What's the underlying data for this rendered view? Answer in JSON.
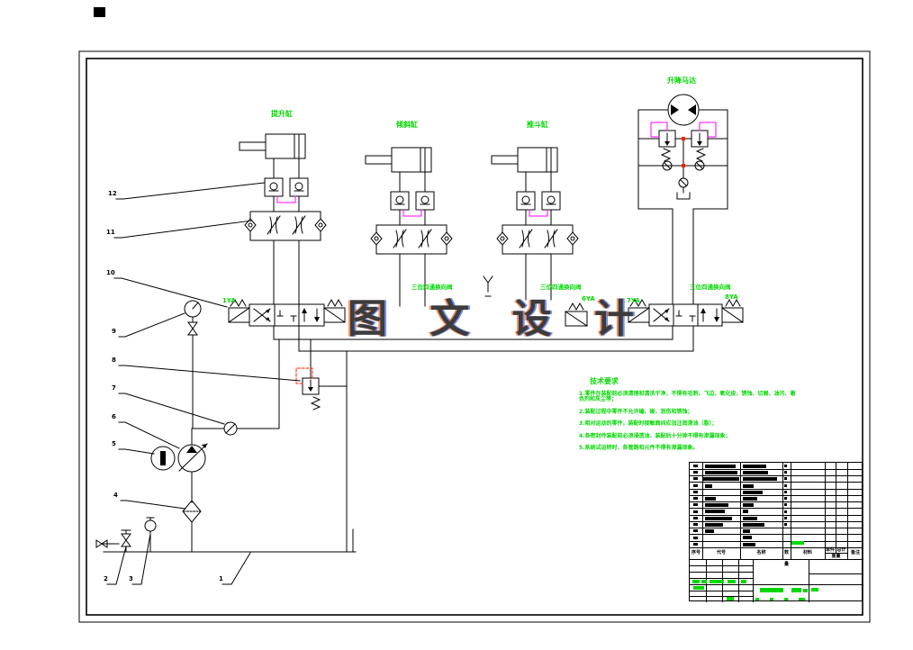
{
  "watermark": "图 文 设 计",
  "labels": {
    "cylinder1": "提升缸",
    "cylinder2": "倾斜缸",
    "cylinder3": "推斗缸",
    "motor": "升降马达",
    "valve_name_b": "三位四通换向阀",
    "valve_name_c": "三位四通换向阀",
    "valve_name_d": "三位四通换向阀",
    "solenoid_1ya": "1YA",
    "solenoid_6ya": "6YA",
    "solenoid_7ya": "7YA",
    "solenoid_8ya": "8YA"
  },
  "balloons": [
    "12",
    "11",
    "10",
    "9",
    "8",
    "7",
    "6",
    "5",
    "4",
    "2",
    "3",
    "1"
  ],
  "notes": {
    "title": "技术要求",
    "items": [
      "1.零件在装配前必须清理和清洗干净，不得有毛刺、飞边、氧化皮、锈蚀、切屑、油污、着色剂和灰尘等；",
      "2.装配过程中零件不允许磕、碰、划伤和锈蚀；",
      "3.相对运动的零件，装配时接触面间应加注润滑油（脂）；",
      "4.各密封件装配前必须浸透油，装配后十分钟不得有渗漏现象；",
      "5.系统试运转时，各管路和元件不得有渗漏现象。"
    ]
  },
  "title_block": {
    "headers": [
      "序号",
      "代号",
      "名称",
      "数量",
      "材料",
      "单件",
      "总计",
      "重量",
      "备注"
    ]
  },
  "colors": {
    "annotation_green": "#00d800",
    "pilot_magenta": "#ff00ff",
    "pilot_red": "#ff2000",
    "watermark_gray": "#3c3c3c"
  }
}
